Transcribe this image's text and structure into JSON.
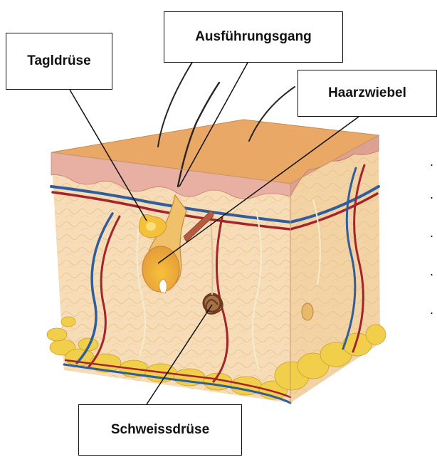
{
  "labels": {
    "talgdruese": "Tagldrüse",
    "ausfuehrungsgang": "Ausführungsgang",
    "haarzwiebel": "Haarzwiebel",
    "schweissdruese": "Schweissdrüse"
  },
  "side_marks": [
    ".",
    ".",
    ".",
    ".",
    "."
  ],
  "colors": {
    "epidermis": "#e9a866",
    "dermis": "#f6ddb8",
    "fat": "#f1cf4a",
    "vein": "#2f5e9c",
    "artery": "#a3242a",
    "label_border": "#111111"
  }
}
